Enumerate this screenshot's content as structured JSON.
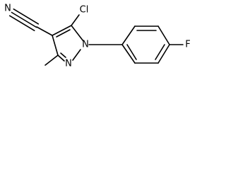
{
  "molecule": {
    "atoms": {
      "nitrile_n": "N",
      "chlorine": "Cl",
      "pyrazole_n1": "N",
      "pyrazole_n2": "N",
      "fluorine": "F"
    },
    "colors": {
      "bond": "#000000",
      "label": "#000000",
      "background": "#ffffff"
    }
  }
}
